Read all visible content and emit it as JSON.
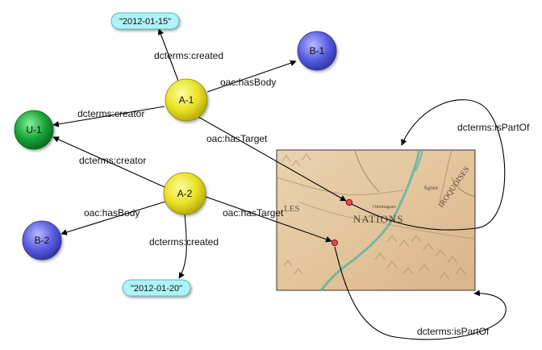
{
  "nodes": {
    "u1": {
      "label": "U-1",
      "color": "#1aa53a"
    },
    "a1": {
      "label": "A-1",
      "color": "#e8e21e"
    },
    "a2": {
      "label": "A-2",
      "color": "#e8e21e"
    },
    "b1": {
      "label": "B-1",
      "color": "#5a5ee0"
    },
    "b2": {
      "label": "B-2",
      "color": "#5a5ee0"
    }
  },
  "literals": {
    "date1": "\"2012-01-15\"",
    "date2": "\"2012-01-20\"",
    "color": "#aef3f7"
  },
  "edges": {
    "a1_created": "dcterms:created",
    "a1_hasbody": "oac:hasBody",
    "a1_creator": "dcterms:creator",
    "a1_hastarget": "oac:hasTarget",
    "a2_creator": "dcterms:creator",
    "a2_hasbody": "oac:hasBody",
    "a2_hastarget": "oac:hasTarget",
    "a2_created": "dcterms:created",
    "target1_ispartof": "dcterms:isPartOf",
    "target2_ispartof": "dcterms:isPartOf"
  },
  "map": {
    "image": "antique-map-image",
    "visible_text": [
      "Onontagues",
      "NATIONS",
      "IROQUOISES",
      "Agnez",
      "LES"
    ]
  }
}
